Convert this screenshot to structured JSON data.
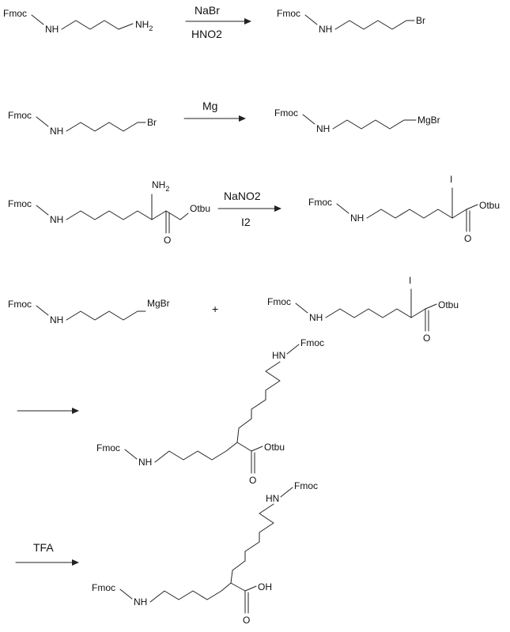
{
  "scheme": {
    "r1": {
      "sm": {
        "fmoc": "Fmoc",
        "nh": "NH",
        "end": "NH",
        "end_sub": "2"
      },
      "reagent_top": "NaBr",
      "reagent_bottom": "HNO2",
      "pr": {
        "fmoc": "Fmoc",
        "nh": "NH",
        "end": "Br"
      }
    },
    "r2": {
      "sm": {
        "fmoc": "Fmoc",
        "nh": "NH",
        "end": "Br"
      },
      "reagent_top": "Mg",
      "pr": {
        "fmoc": "Fmoc",
        "nh": "NH",
        "end": "MgBr"
      }
    },
    "r3": {
      "sm": {
        "fmoc": "Fmoc",
        "nh": "NH",
        "nh2": "NH",
        "nh2_sub": "2",
        "ester": "Otbu",
        "o": "O"
      },
      "reagent_top": "NaNO2",
      "reagent_bottom": "I2",
      "pr": {
        "fmoc": "Fmoc",
        "nh": "NH",
        "i": "I",
        "ester": "Otbu",
        "o": "O"
      }
    },
    "r4": {
      "a": {
        "fmoc": "Fmoc",
        "nh": "NH",
        "end": "MgBr"
      },
      "plus": "+",
      "b": {
        "fmoc": "Fmoc",
        "nh": "NH",
        "i": "I",
        "ester": "Otbu",
        "o": "O"
      },
      "pr": {
        "hn_top": "HN",
        "fmoc_top": "Fmoc",
        "fmoc": "Fmoc",
        "nh": "NH",
        "ester": "Otbu",
        "o": "O"
      }
    },
    "r5": {
      "reagent_top": "TFA",
      "pr": {
        "hn_top": "HN",
        "fmoc_top": "Fmoc",
        "fmoc": "Fmoc",
        "nh": "NH",
        "acid": "OH",
        "o": "O"
      }
    }
  }
}
